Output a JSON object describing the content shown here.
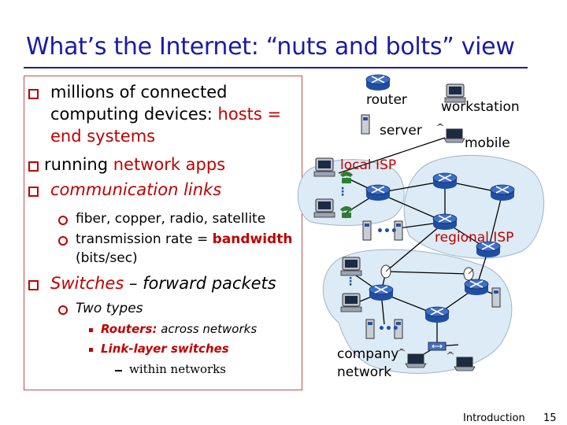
{
  "title": "What’s the Internet: “nuts and bolts” view",
  "bullets": {
    "b1_a": "millions of connected",
    "b1_b": "computing devices: ",
    "b1_b_red": "hosts =",
    "b1_c_red": "end systems",
    "b2_a": " running ",
    "b2_red": "network apps",
    "b3_red": "communication links",
    "sub1": "fiber, copper, radio, satellite",
    "sub2_a": "transmission rate = ",
    "sub2_red": "bandwidth",
    "sub2_b": "(bits/sec)",
    "b4_red": "Switches",
    "b4_rest": " – forward packets",
    "sub3": "Two types",
    "sub3a_red": "Routers:",
    "sub3a_rest": " across networks",
    "sub3b_red": "Link-layer switches",
    "sub3c": "within networks"
  },
  "labels": {
    "router": "router",
    "workstation": "workstation",
    "server": "server",
    "mobile": "mobile",
    "local_isp": "local ISP",
    "regional_isp": "regional ISP",
    "company_1": "company",
    "company_2": "network"
  },
  "footer": {
    "label": "Introduction",
    "page": "15"
  },
  "colors": {
    "title": "#1a1aa6",
    "accent_red": "#c00000",
    "router_blue": "#1f4fa3",
    "switch_blue": "#4a6fb5",
    "phone_green": "#2e7d32"
  },
  "icons": [
    "router-icon",
    "workstation-icon",
    "server-icon",
    "mobile-icon",
    "switch-icon",
    "phone-icon",
    "satellite-dish-icon"
  ]
}
